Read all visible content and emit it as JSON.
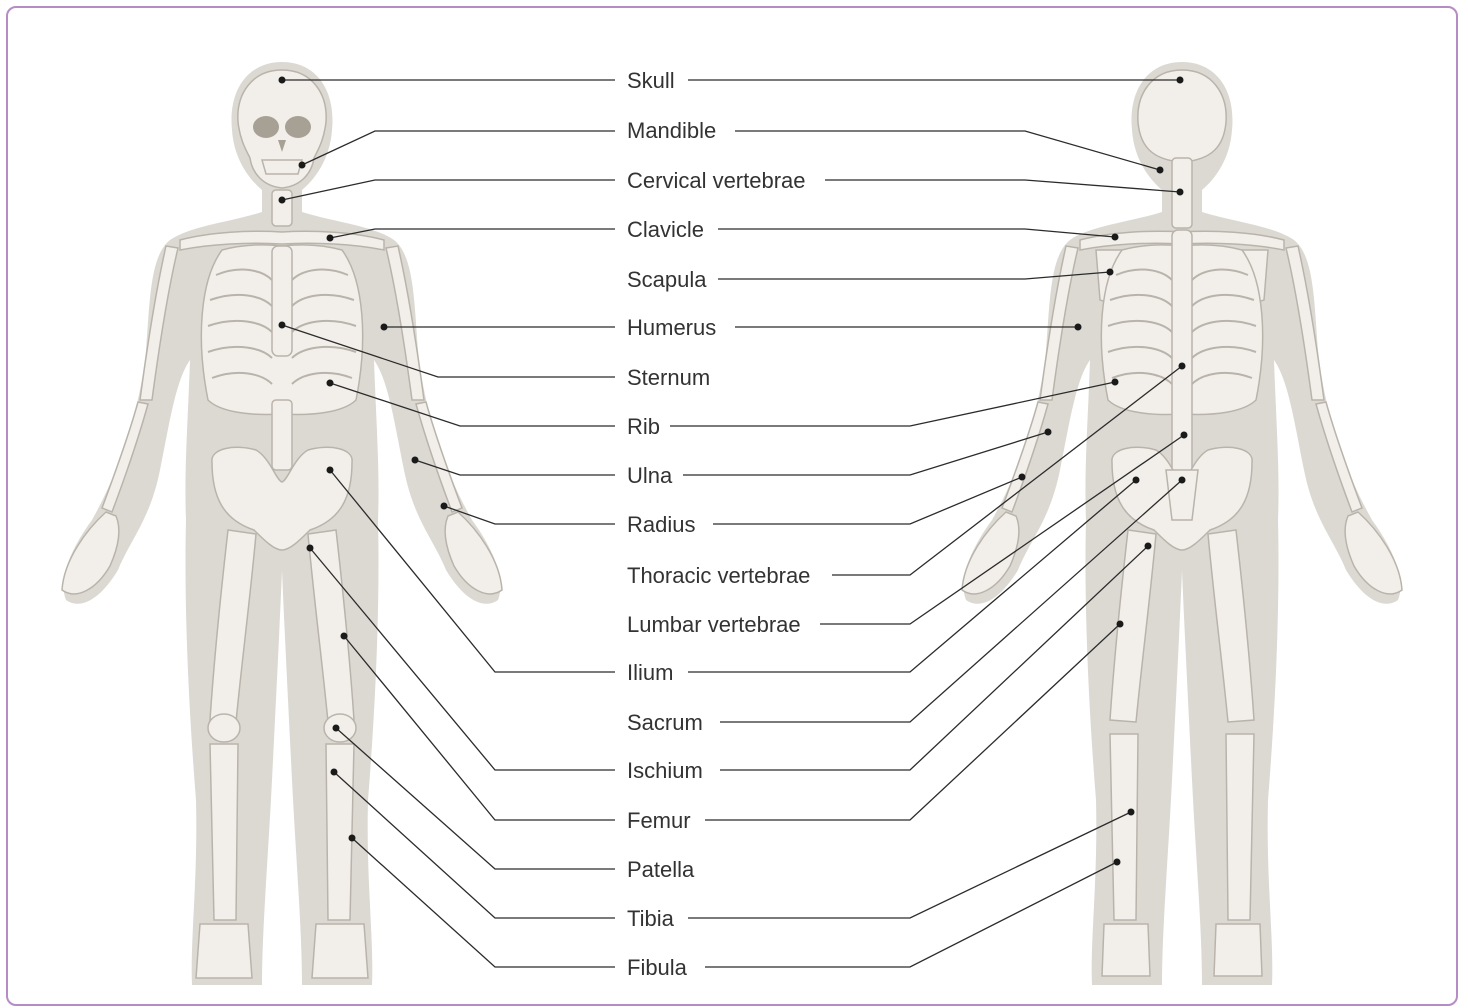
{
  "labels": [
    {
      "id": "skull",
      "text": "Skull"
    },
    {
      "id": "mandible",
      "text": "Mandible"
    },
    {
      "id": "cervical",
      "text": "Cervical vertebrae"
    },
    {
      "id": "clavicle",
      "text": "Clavicle"
    },
    {
      "id": "scapula",
      "text": "Scapula"
    },
    {
      "id": "humerus",
      "text": "Humerus"
    },
    {
      "id": "sternum",
      "text": "Sternum"
    },
    {
      "id": "rib",
      "text": "Rib"
    },
    {
      "id": "ulna",
      "text": "Ulna"
    },
    {
      "id": "radius",
      "text": "Radius"
    },
    {
      "id": "thoracic",
      "text": "Thoracic vertebrae"
    },
    {
      "id": "lumbar",
      "text": "Lumbar vertebrae"
    },
    {
      "id": "ilium",
      "text": "Ilium"
    },
    {
      "id": "sacrum",
      "text": "Sacrum"
    },
    {
      "id": "ischium",
      "text": "Ischium"
    },
    {
      "id": "femur",
      "text": "Femur"
    },
    {
      "id": "patella",
      "text": "Patella"
    },
    {
      "id": "tibia",
      "text": "Tibia"
    },
    {
      "id": "fibula",
      "text": "Fibula"
    }
  ],
  "colors": {
    "frame": "#b58cc4",
    "bone": "#f2efea",
    "silhouette": "#dcd9d3",
    "leader": "#2b2b2b"
  }
}
